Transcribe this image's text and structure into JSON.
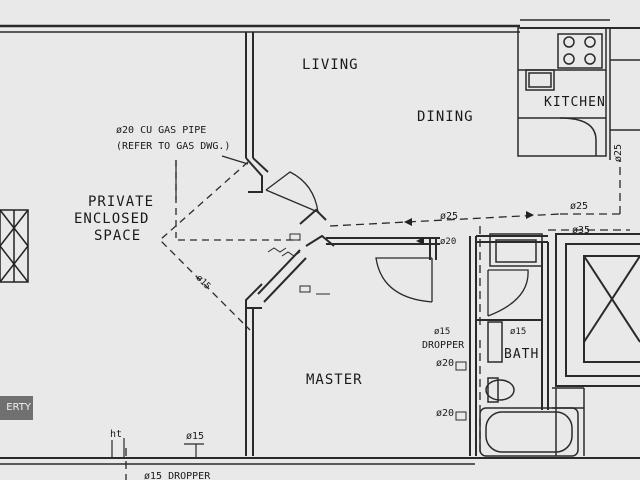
{
  "rooms": {
    "living": "LIVING",
    "dining": "DINING",
    "kitchen": "KITCHEN",
    "private_line1": "PRIVATE",
    "private_line2": "ENCLOSED",
    "private_line3": "SPACE",
    "master": "MASTER",
    "bath": "BATH"
  },
  "notes": {
    "gas_pipe_line1": "ø20 CU GAS PIPE",
    "gas_pipe_line2": "(REFER TO GAS DWG.)",
    "dropper": "DROPPER",
    "bottom_dropper": "ø15 DROPPER"
  },
  "pipe_sizes": {
    "d25_left": "ø25",
    "d25_right": "ø25",
    "d25_vertical": "ø25",
    "d35": "ø35",
    "d20_corridor": "ø20",
    "d20_upper": "ø20",
    "d20_lower": "ø20",
    "d15_bottom": "ø15",
    "d15_dropper": "ø15",
    "d15_bath": "ø15",
    "d15_diag": "ø15",
    "ht": "ht"
  },
  "watermark": "ERTY"
}
